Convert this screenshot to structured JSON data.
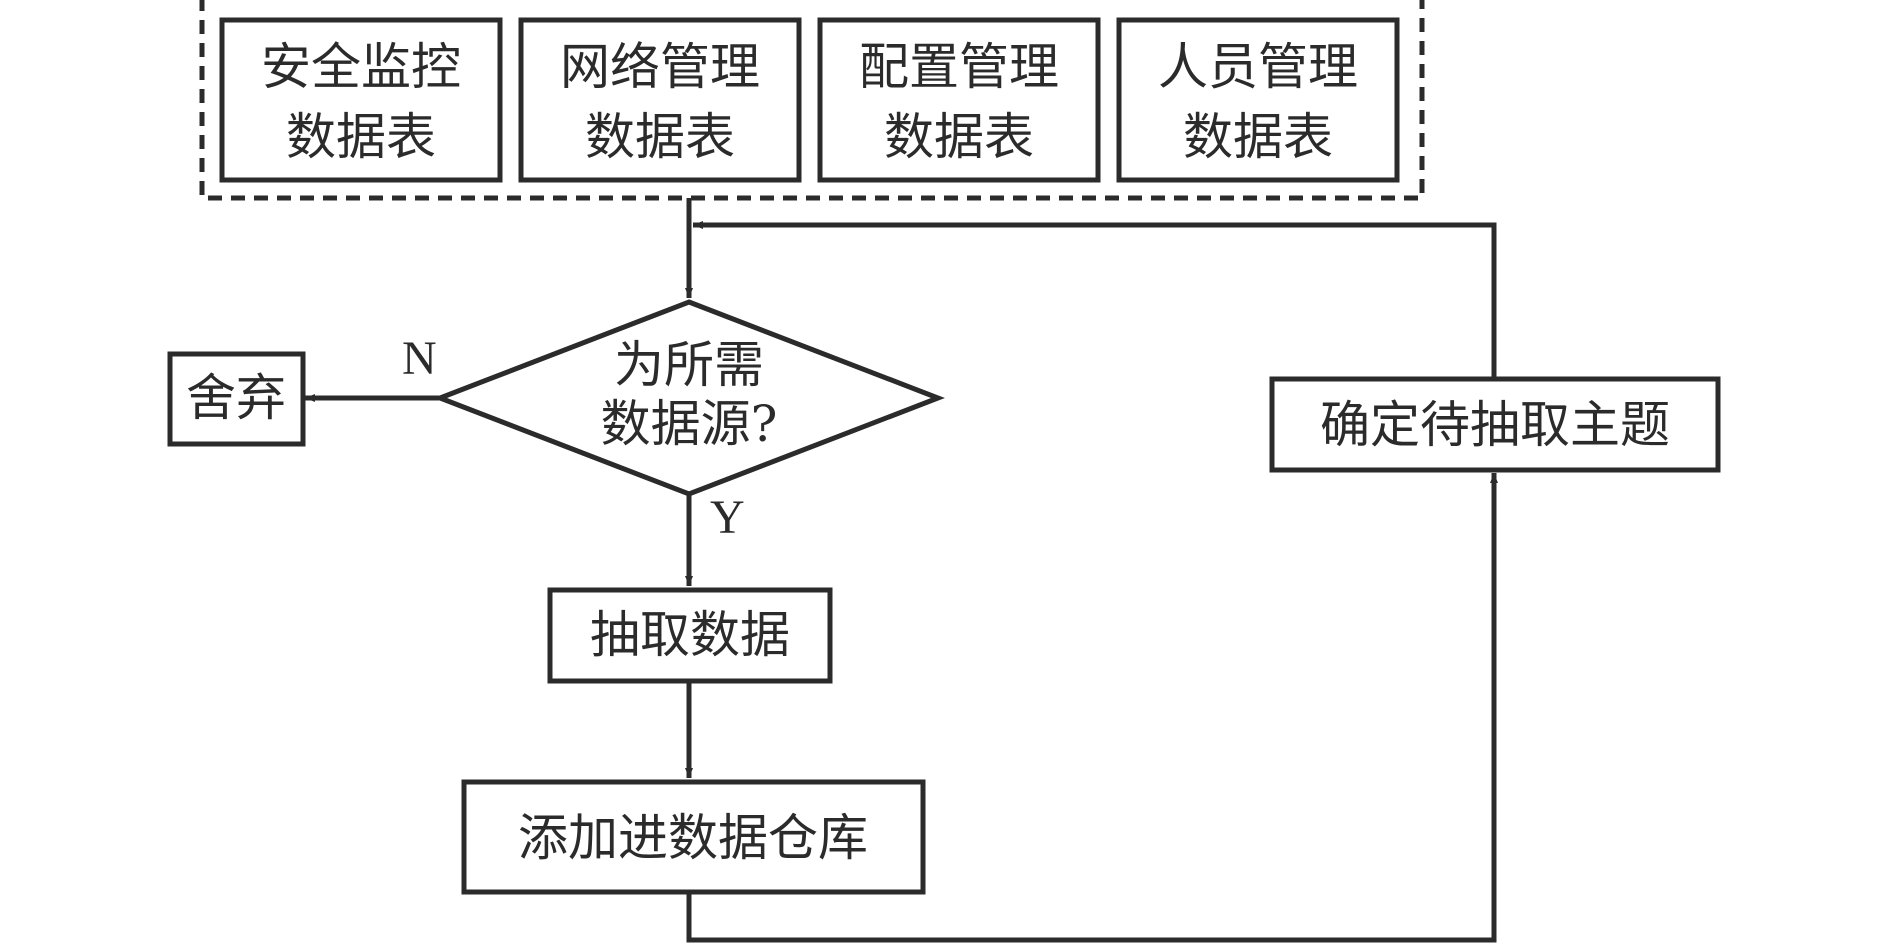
{
  "tables": [
    {
      "line1": "安全监控",
      "line2": "数据表"
    },
    {
      "line1": "网络管理",
      "line2": "数据表"
    },
    {
      "line1": "配置管理",
      "line2": "数据表"
    },
    {
      "line1": "人员管理",
      "line2": "数据表"
    }
  ],
  "decision": {
    "line1": "为所需",
    "line2": "数据源?"
  },
  "no_label": "N",
  "yes_label": "Y",
  "discard": "舍弃",
  "extract": "抽取数据",
  "add_to_warehouse": "添加进数据仓库",
  "determine_topic": "确定待抽取主题"
}
